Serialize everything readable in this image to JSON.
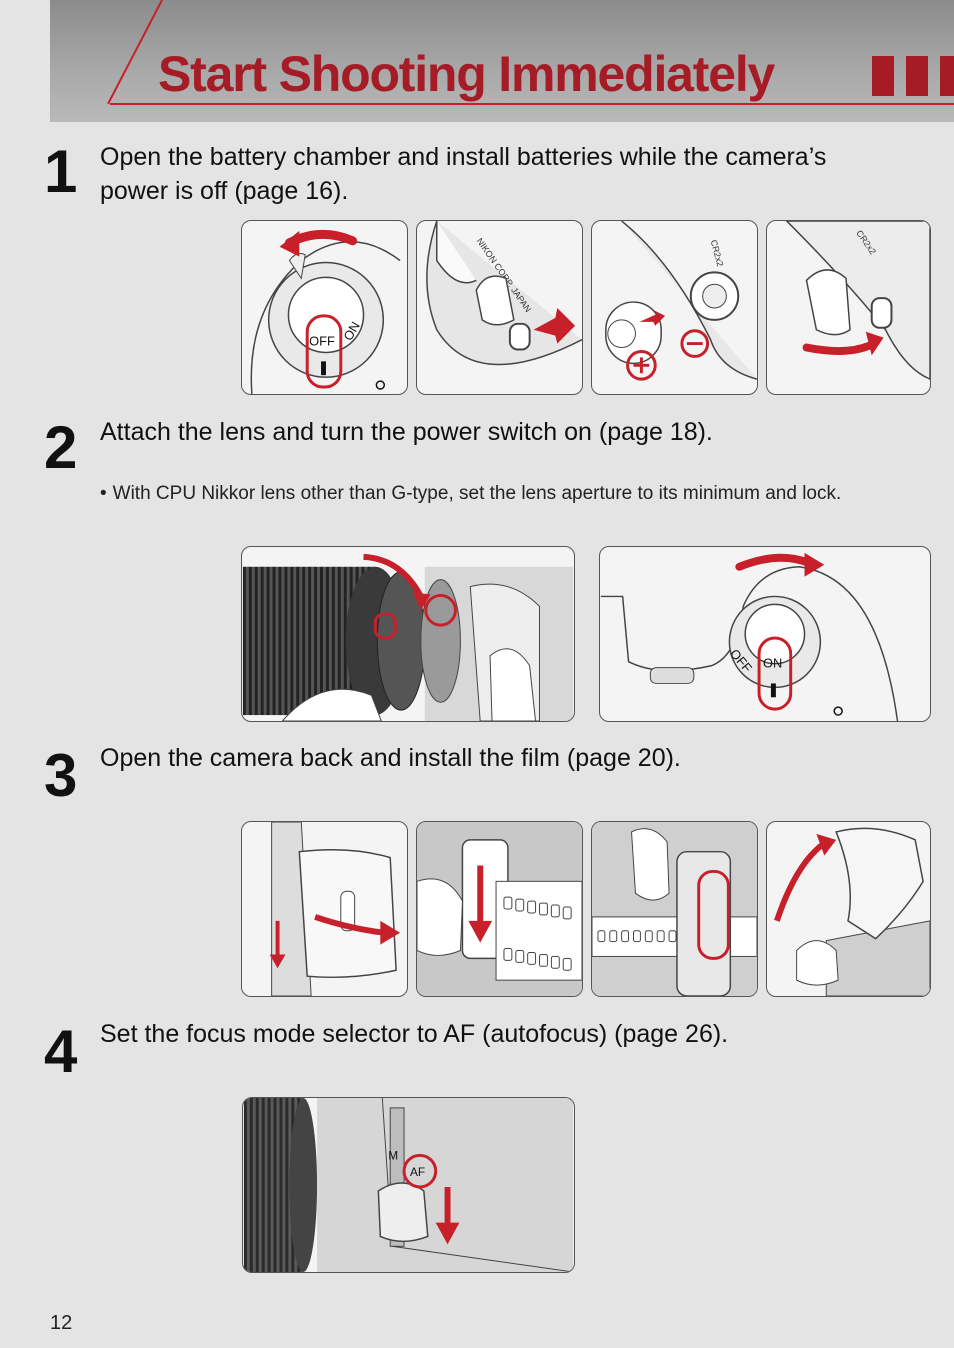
{
  "header": {
    "title": "Start Shooting Immediately"
  },
  "steps": [
    {
      "number": "1",
      "text": "Open the battery chamber and install batteries while the camera’s power is off (page 16)."
    },
    {
      "number": "2",
      "text": "Attach the lens and turn the power switch on (page 18).",
      "note": "With CPU Nikkor lens other than G-type, set the lens aperture to its minimum and lock."
    },
    {
      "number": "3",
      "text": "Open the camera back and install the film (page 20)."
    },
    {
      "number": "4",
      "text": "Set the focus mode selector to AF (autofocus) (page 26)."
    }
  ],
  "labels": {
    "off": "OFF",
    "on": "ON",
    "bullet": "•",
    "cr2": "CR2x2",
    "nikon": "NIKON CORP. JAPAN",
    "af": "AF",
    "m": "M"
  },
  "colors": {
    "accent": "#c8202a",
    "title": "#a51c26",
    "banner": "#a0a0a0"
  },
  "footer": {
    "page_number": "12"
  }
}
